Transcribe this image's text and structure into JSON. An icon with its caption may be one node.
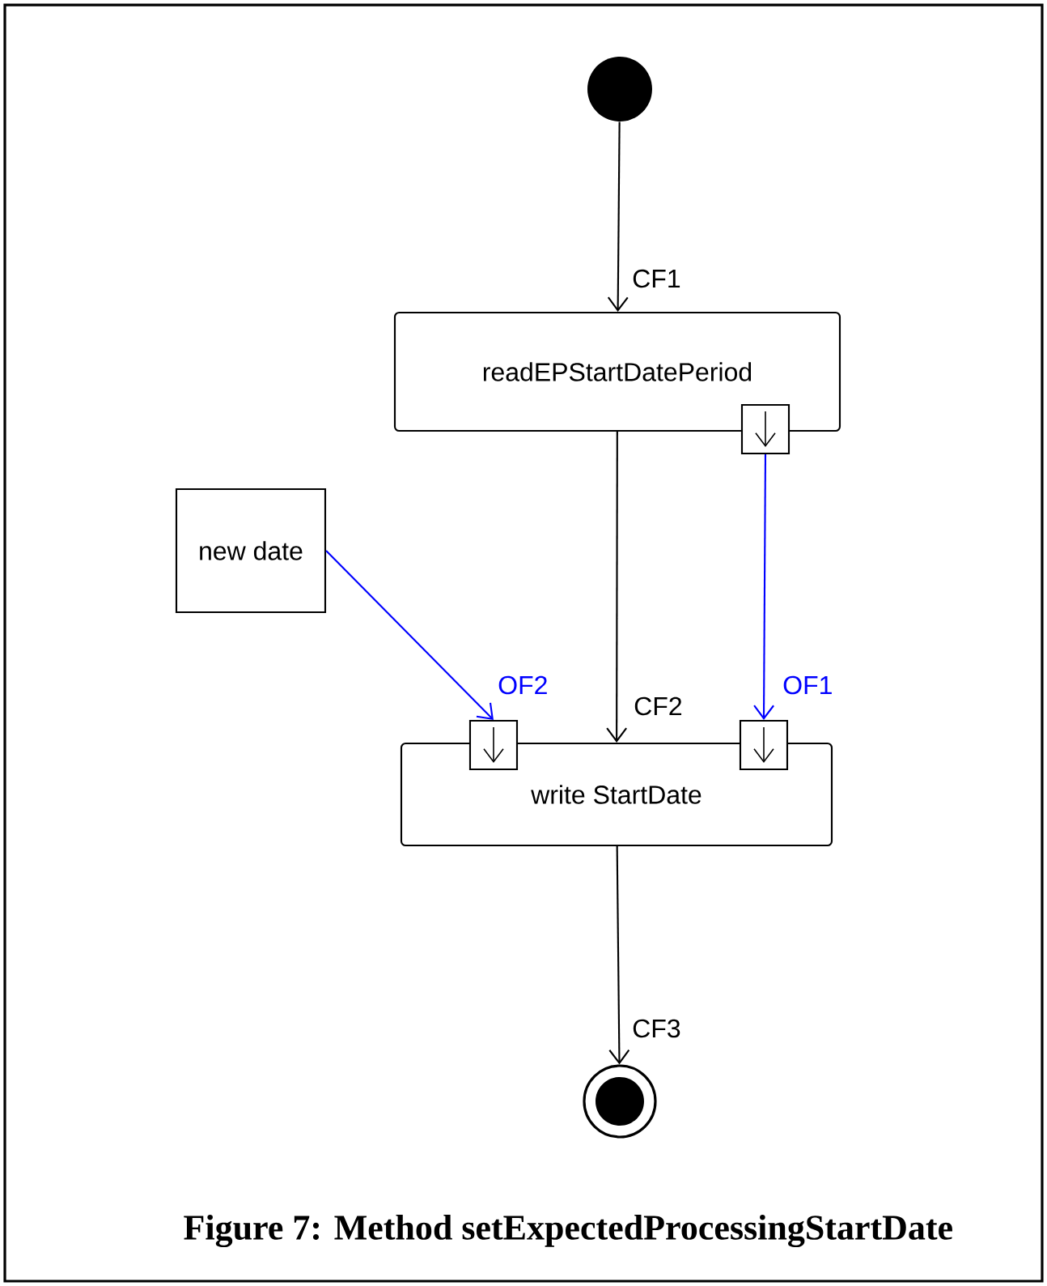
{
  "diagram": {
    "caption": "Figure 7: Method setExpectedProcessingStartDate",
    "nodes": [
      {
        "text": [],
        "shape": "circle"
      },
      {
        "text": [
          "readEPStartDatePeriod"
        ]
      },
      {
        "text": [],
        "shape": "box"
      },
      {
        "text": [
          "new date"
        ]
      },
      {
        "text": [
          "write StartDate"
        ]
      },
      {
        "text": [],
        "shape": "box"
      },
      {
        "text": [],
        "shape": "box"
      },
      {
        "text": [],
        "shape": "circle"
      }
    ],
    "edges": [
      {
        "from": 0,
        "to": 1,
        "arrow": "to",
        "label": "CF1"
      },
      {
        "from": 1,
        "to": 4,
        "arrow": "to",
        "label": "CF2"
      },
      {
        "from": 2,
        "to": 6,
        "arrow": "to",
        "label": "OF1",
        "color": "#0000ff"
      },
      {
        "from": 3,
        "to": 5,
        "arrow": "to",
        "label": "OF2",
        "color": "#0000ff"
      },
      {
        "from": 4,
        "to": 7,
        "arrow": "to",
        "label": "CF3"
      }
    ]
  }
}
